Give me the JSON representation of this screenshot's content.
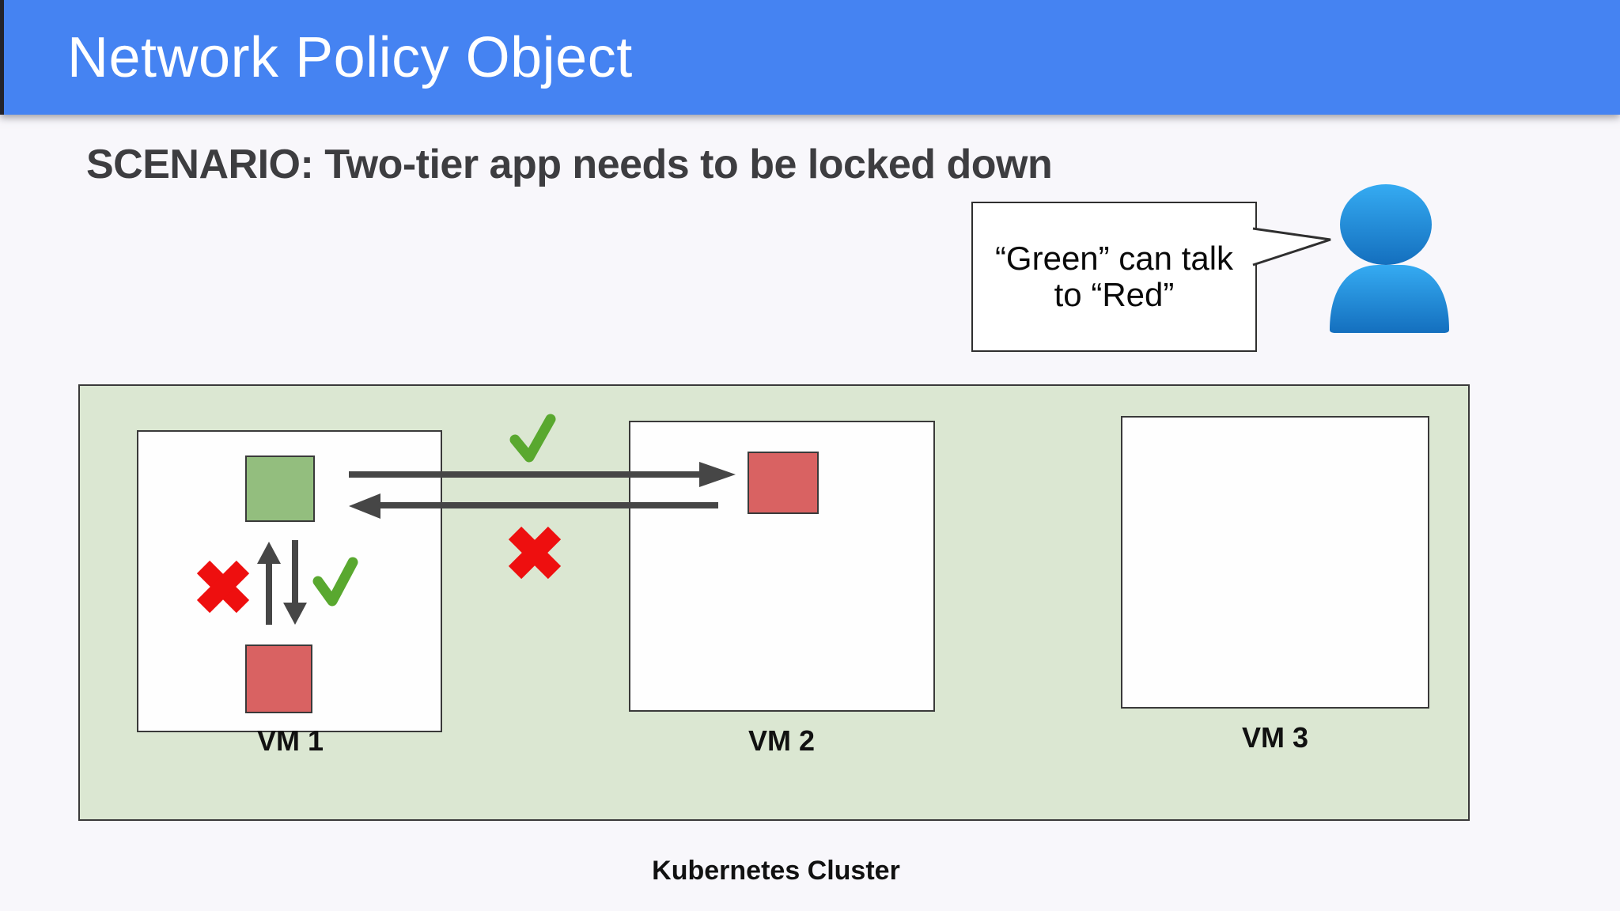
{
  "slide": {
    "title": "Network Policy Object",
    "heading": "SCENARIO: Two-tier app needs to be locked down"
  },
  "speech_bubble": {
    "line1": "“Green” can talk",
    "line2": "to “Red”"
  },
  "cluster": {
    "label": "Kubernetes Cluster",
    "vms": [
      {
        "label": "VM 1"
      },
      {
        "label": "VM 2"
      },
      {
        "label": "VM 3"
      }
    ]
  },
  "icons": {
    "person": "person-silhouette",
    "allowed_between_vms": "green-check",
    "blocked_between_vms": "red-cross",
    "allowed_inside_vm1": "green-check",
    "blocked_inside_vm1": "red-cross"
  },
  "colors": {
    "header_blue": "#4583F2",
    "page_background": "#F8F7FB",
    "cluster_background": "#DBE7D2",
    "pod_green": "#93BE7E",
    "pod_red": "#D96262",
    "check_green": "#59A82F",
    "cross_red": "#EE0F0F",
    "arrow_gray": "#464646",
    "person_blue_top": "#35ABF2",
    "person_blue_bottom": "#146FBE",
    "title_text": "#FFFFFF",
    "heading_text": "#3D3D40"
  }
}
